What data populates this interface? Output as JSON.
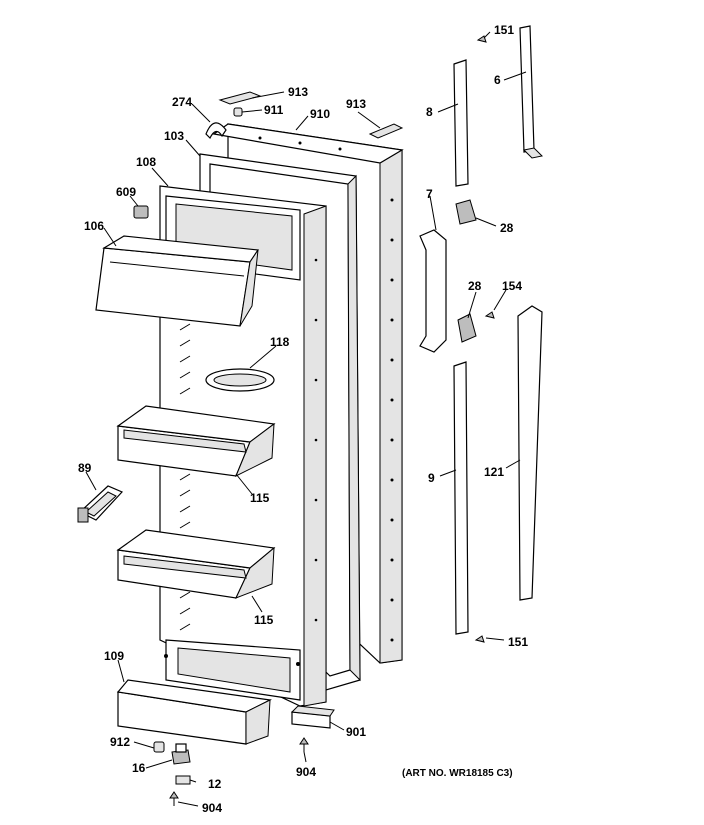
{
  "diagram": {
    "caption": "(ART NO. WR18185 C3)",
    "callouts": [
      {
        "id": "151a",
        "text": "151"
      },
      {
        "id": "6",
        "text": "6"
      },
      {
        "id": "8",
        "text": "8"
      },
      {
        "id": "913a",
        "text": "913"
      },
      {
        "id": "274",
        "text": "274"
      },
      {
        "id": "911",
        "text": "911"
      },
      {
        "id": "913b",
        "text": "913"
      },
      {
        "id": "910",
        "text": "910"
      },
      {
        "id": "103",
        "text": "103"
      },
      {
        "id": "108",
        "text": "108"
      },
      {
        "id": "609",
        "text": "609"
      },
      {
        "id": "106",
        "text": "106"
      },
      {
        "id": "7",
        "text": "7"
      },
      {
        "id": "28a",
        "text": "28"
      },
      {
        "id": "28b",
        "text": "28"
      },
      {
        "id": "154",
        "text": "154"
      },
      {
        "id": "118",
        "text": "118"
      },
      {
        "id": "115a",
        "text": "115"
      },
      {
        "id": "89",
        "text": "89"
      },
      {
        "id": "9",
        "text": "9"
      },
      {
        "id": "121",
        "text": "121"
      },
      {
        "id": "115b",
        "text": "115"
      },
      {
        "id": "151b",
        "text": "151"
      },
      {
        "id": "109",
        "text": "109"
      },
      {
        "id": "901",
        "text": "901"
      },
      {
        "id": "912",
        "text": "912"
      },
      {
        "id": "904a",
        "text": "904"
      },
      {
        "id": "16",
        "text": "16"
      },
      {
        "id": "12",
        "text": "12"
      },
      {
        "id": "904b",
        "text": "904"
      }
    ]
  }
}
